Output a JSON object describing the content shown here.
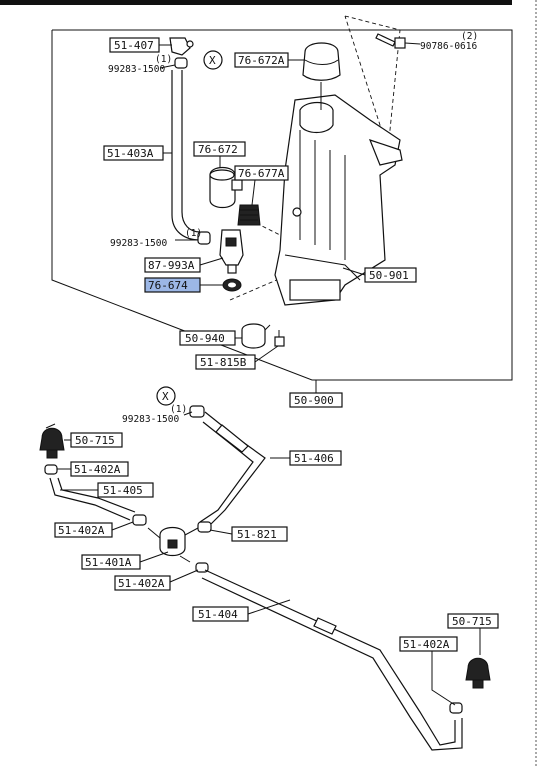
{
  "labels": {
    "l51_407": "51-407",
    "l99283_top": "99283-1500",
    "l1_top": "(1)",
    "lX_top": "X",
    "l76_672A": "76-672A",
    "l90786": "90786-0616",
    "l2": "(2)",
    "l51_403A": "51-403A",
    "l76_672": "76-672",
    "l76_677A": "76-677A",
    "l99283_mid": "99283-1500",
    "l1_mid": "(1)",
    "l87_993A": "87-993A",
    "l76_674": "76-674",
    "l50_901": "50-901",
    "l50_940": "50-940",
    "l51_815B": "51-815B",
    "l50_900": "50-900",
    "lX_bot": "X",
    "l1_bot": "(1)",
    "l99283_bot": "99283-1500",
    "l50_715a": "50-715",
    "l51_402Aa": "51-402A",
    "l51_406": "51-406",
    "l51_405": "51-405",
    "l51_402Ab": "51-402A",
    "l51_821": "51-821",
    "l51_401A": "51-401A",
    "l51_402Ac": "51-402A",
    "l51_404": "51-404",
    "l50_715b": "50-715",
    "l51_402Ad": "51-402A"
  },
  "highlight_color": "#9cb7e6"
}
